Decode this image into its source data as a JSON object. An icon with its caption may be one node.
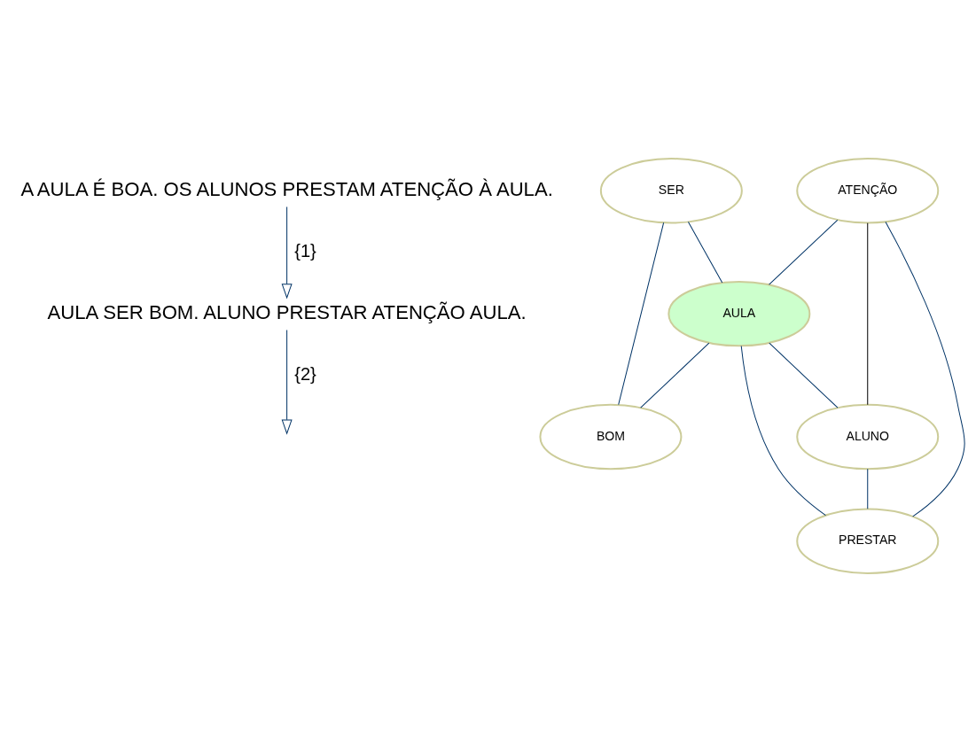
{
  "diagram": {
    "nodes": [
      {
        "text": [
          "A AULA É BOA. OS ALUNOS PRESTAM ATENÇÃO À AULA."
        ]
      },
      {
        "text": [
          "AULA SER BOM. ALUNO PRESTAR ATENÇÃO AULA."
        ]
      },
      {
        "text": [
          "SER"
        ]
      },
      {
        "text": [
          "ATENÇÃO"
        ]
      },
      {
        "text": [
          "AULA"
        ]
      },
      {
        "text": [
          "BOM"
        ]
      },
      {
        "text": [
          "ALUNO"
        ]
      },
      {
        "text": [
          "PRESTAR"
        ]
      }
    ],
    "edges": [
      {
        "from": 0,
        "to": 1,
        "arrow": "to",
        "label": "{1}"
      },
      {
        "from": 1,
        "to": null,
        "arrow": "to",
        "label": "{2}"
      },
      {
        "from": 2,
        "to": 5,
        "arrow": "none"
      },
      {
        "from": 2,
        "to": 4,
        "arrow": "none"
      },
      {
        "from": 3,
        "to": 4,
        "arrow": "none"
      },
      {
        "from": 3,
        "to": 6,
        "arrow": "none",
        "color": "#000000"
      },
      {
        "from": 3,
        "to": 7,
        "arrow": "none"
      },
      {
        "from": 4,
        "to": 5,
        "arrow": "none"
      },
      {
        "from": 4,
        "to": 6,
        "arrow": "none"
      },
      {
        "from": 4,
        "to": 7,
        "arrow": "none"
      },
      {
        "from": 6,
        "to": 7,
        "arrow": "none"
      }
    ]
  }
}
